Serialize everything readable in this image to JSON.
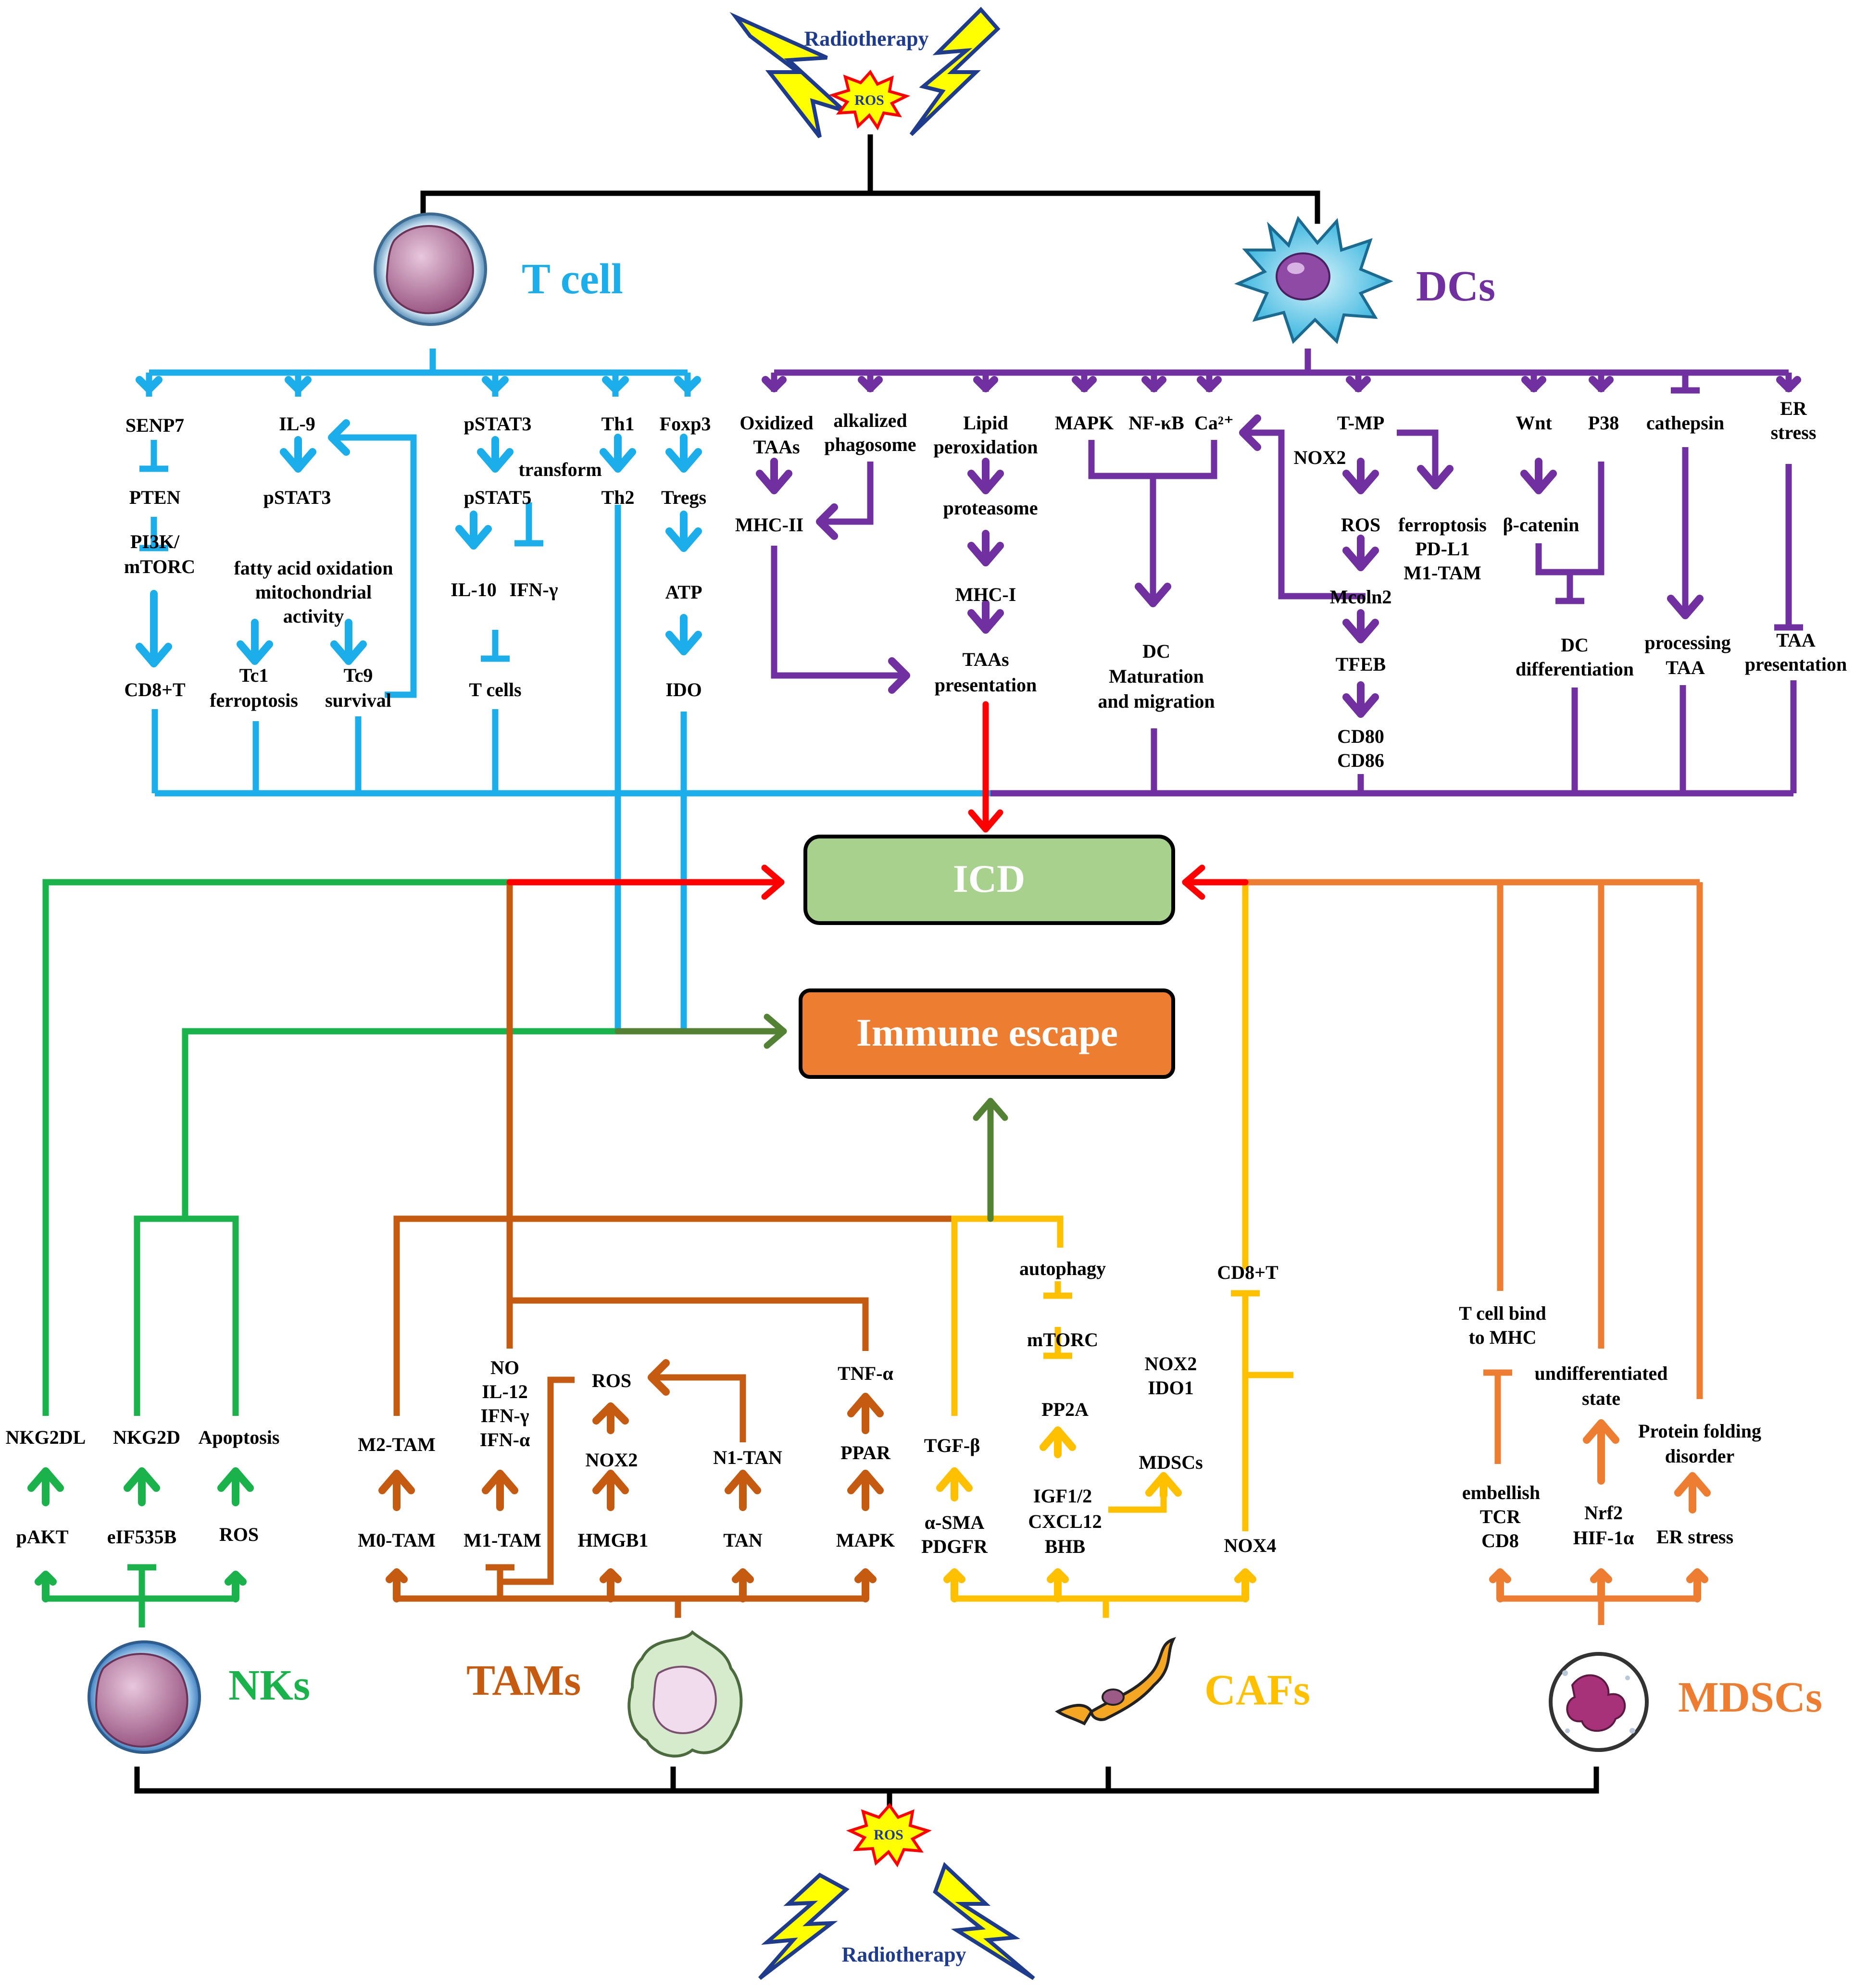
{
  "radiotherapy_top": "Radiotherapy",
  "radiotherapy_bottom": "Radiotherapy",
  "ros_badge": "ROS",
  "cells": {
    "tcell": "T cell",
    "dcs": "DCs",
    "nks": "NKs",
    "tams": "TAMs",
    "cafs": "CAFs",
    "mdscs": "MDSCs"
  },
  "outcomes": {
    "icd": "ICD",
    "escape": "Immune escape"
  },
  "colors": {
    "tcell": "#1CAEEA",
    "dcs": "#7030A0",
    "nks": "#19B24B",
    "tams": "#C55A11",
    "cafs": "#FFC000",
    "mdscs": "#ED7D31",
    "to_icd": "#FF0000",
    "to_escape": "#548235",
    "icd_fill": "#A9D18E",
    "escape_fill": "#ED7D31"
  },
  "labels": {
    "t_senp7": "SENP7",
    "t_pten": "PTEN",
    "t_pi3k1": "PI3K/",
    "t_pi3k2": "mTORC",
    "t_cd8t": "CD8+T",
    "t_il9": "IL-9",
    "t_pstat3a": "pSTAT3",
    "t_fao1": "fatty acid oxidation",
    "t_fao2": "mitochondrial",
    "t_fao3": "activity",
    "t_tc1a": "Tc1",
    "t_tc1b": "ferroptosis",
    "t_tc9a": "Tc9",
    "t_tc9b": "survival",
    "t_pstat3b": "pSTAT3",
    "t_pstat5": "pSTAT5",
    "t_il10": "IL-10",
    "t_ifng": "IFN-γ",
    "t_tcells": "T cells",
    "t_th1": "Th1",
    "t_transform": "transform",
    "t_th2": "Th2",
    "t_foxp3": "Foxp3",
    "t_tregs": "Tregs",
    "t_atp": "ATP",
    "t_ido": "IDO",
    "d_ox1": "Oxidized",
    "d_ox2": "TAAs",
    "d_alk1": "alkalized",
    "d_alk2": "phagosome",
    "d_mhc2": "MHC-II",
    "d_lip1": "Lipid",
    "d_lip2": "peroxidation",
    "d_prot": "proteasome",
    "d_mhc1": "MHC-I",
    "d_taap1": "TAAs",
    "d_taap2": "presentation",
    "d_mapk": "MAPK",
    "d_nfkb": "NF-κB",
    "d_ca": "Ca²⁺",
    "d_dcm1": "DC",
    "d_dcm2": "Maturation",
    "d_dcm3": "and migration",
    "d_tmp": "T-MP",
    "d_nox2": "NOX2",
    "d_ros": "ROS",
    "d_mcoln": "Mcoln2",
    "d_tfeb": "TFEB",
    "d_cd80": "CD80",
    "d_cd86": "CD86",
    "d_fer1": "ferroptosis",
    "d_fer2": "PD-L1",
    "d_fer3": "M1-TAM",
    "d_wnt": "Wnt",
    "d_bcat": "β-catenin",
    "d_p38": "P38",
    "d_dcd1": "DC",
    "d_dcd2": "differentiation",
    "d_cath": "cathepsin",
    "d_proc1": "processing",
    "d_proc2": "TAA",
    "d_er1": "ER",
    "d_er2": "stress",
    "d_taa1": "TAA",
    "d_taa2": "presentation",
    "n_nkg2dl": "NKG2DL",
    "n_pakt": "pAKT",
    "n_nkg2d": "NKG2D",
    "n_eif": "eIF535B",
    "n_apop": "Apoptosis",
    "n_ros": "ROS",
    "m_m2": "M2-TAM",
    "m_m0": "M0-TAM",
    "m_no": "NO",
    "m_il12": "IL-12",
    "m_ifng": "IFN-γ",
    "m_ifna": "IFN-α",
    "m_m1": "M1-TAM",
    "m_ros": "ROS",
    "m_nox2": "NOX2",
    "m_hmgb1": "HMGB1",
    "m_n1tan": "N1-TAN",
    "m_tan": "TAN",
    "m_tnfa": "TNF-α",
    "m_ppar": "PPAR",
    "m_mapk": "MAPK",
    "c_tgfb": "TGF-β",
    "c_asma": "α-SMA",
    "c_pdgfr": "PDGFR",
    "c_autoph": "autophagy",
    "c_mtorc": "mTORC",
    "c_pp2a": "PP2A",
    "c_igf": "IGF1/2",
    "c_cxcl": "CXCL12",
    "c_bhb": "BHB",
    "c_cd8t": "CD8+T",
    "c_nox2": "NOX2",
    "c_ido1": "IDO1",
    "c_mdscs": "MDSCs",
    "c_nox4": "NOX4",
    "s_tb1": "T cell bind",
    "s_tb2": "to MHC",
    "s_emb": "embellish",
    "s_tcr": "TCR",
    "s_cd8": "CD8",
    "s_und1": "undifferentiated",
    "s_und2": "state",
    "s_nrf2": "Nrf2",
    "s_hif": "HIF-1α",
    "s_pf1": "Protein folding",
    "s_pf2": "disorder",
    "s_er": "ER stress"
  }
}
